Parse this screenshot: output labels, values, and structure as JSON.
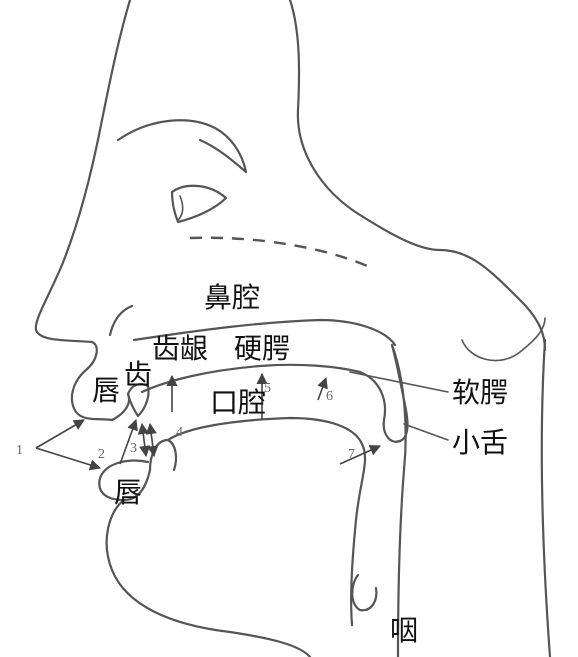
{
  "labels": {
    "nasal_cavity": "鼻腔",
    "alveolar_ridge": "齿龈",
    "hard_palate": "硬腭",
    "teeth": "齿",
    "upper_lip": "唇",
    "oral_cavity": "口腔",
    "soft_palate": "软腭",
    "uvula": "小舌",
    "lower_lip": "唇",
    "pharynx": "咽"
  },
  "numbers": {
    "n1": "1",
    "n2": "2",
    "n3": "3",
    "n4": "4",
    "n5": "5",
    "n6": "6",
    "n7": "7"
  }
}
